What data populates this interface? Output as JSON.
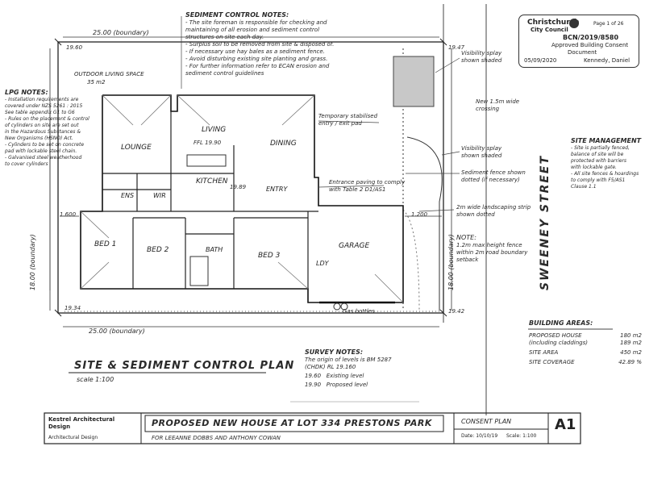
{
  "stamp": {
    "org_line1": "Christchurch",
    "org_line2": "City Council",
    "page": "Page 1 of 26",
    "consent_no": "BCN/2019/8580",
    "status": "Approved Building Consent",
    "doc_type": "Document",
    "date": "05/09/2020",
    "signatory": "Kennedy, Daniel"
  },
  "dimensions": {
    "top_boundary": "25.00 (boundary)",
    "bottom_boundary": "25.00 (boundary)",
    "left_boundary": "18.00 (boundary)",
    "right_boundary": "18.00 (boundary)",
    "corner_tl": "19.60",
    "corner_tr": "19.47",
    "corner_bl": "19.34",
    "corner_br": "19.42",
    "setback_left": "1.600",
    "setback_right": "1.200",
    "floor_level": "FFL 19.90",
    "kitchen_level": "19.89",
    "gas_bottles": "Gas bottles"
  },
  "sediment_notes": {
    "heading": "SEDIMENT CONTROL NOTES:",
    "lines": [
      "- The site foreman is responsible for checking and",
      "  maintaining of all erosion and sediment control",
      "  structures on site each day.",
      "- Surplus soil to be removed from site & disposed of.",
      "- If necessary use hay bales as a sediment fence.",
      "- Avoid disturbing existing site planting and grass.",
      "- For further information refer to ECAN erosion and",
      "  sediment control guidelines"
    ]
  },
  "lpg_notes": {
    "heading": "LPG NOTES:",
    "lines": [
      "- Installation requirements are",
      "  covered under NZS 5261 : 2015",
      "  See table appendix G1 to G6",
      "- Rules on the placement & control",
      "  of cylinders on site are set out",
      "  in the Hazardous Substances &",
      "  New Organisms (HSNO) Act.",
      "- Cylinders to be set on concrete",
      "  pad with lockable steel chain.",
      "- Galvanised steel weatherhood",
      "  to cover cylinders"
    ]
  },
  "rooms": {
    "outdoor": "OUTDOOR LIVING SPACE",
    "outdoor_area": "35 m2",
    "lounge": "LOUNGE",
    "living": "LIVING",
    "dining": "DINING",
    "kitchen": "KITCHEN",
    "ens": "ENS",
    "wir": "WIR",
    "entry": "ENTRY",
    "bed1": "BED 1",
    "bed2": "BED 2",
    "bath": "BATH",
    "bed3": "BED 3",
    "garage": "GARAGE",
    "ldy": "LDY"
  },
  "site_notes": {
    "hardfill": "Temporary stabilised entry / exit pad",
    "paving": "Entrance paving to comply with Table 2 D1/AS1",
    "visibility_top": "Visibility splay shown shaded",
    "footpath": "New 1.5m wide crossing",
    "visibility_mid": "Visibility splay shown shaded",
    "sediment_fence": "Sediment fence shown dotted (if necessary)",
    "landscaping": "2m wide landscaping strip shown dotted",
    "note_heading": "NOTE:",
    "fence_note": [
      "1.2m max height fence",
      "within 2m road boundary",
      "setback"
    ],
    "street": "SWEENEY STREET"
  },
  "site_management": {
    "heading": "SITE MANAGEMENT",
    "lines": [
      "- Site is partially fenced,",
      "  balance of site will be",
      "  protected with barriers",
      "  with lockable gate.",
      "- All site fences & hoardings",
      "  to comply with F5/AS1",
      "  Clause 1.1"
    ]
  },
  "plan_title": "SITE & SEDIMENT CONTROL PLAN",
  "scale": "scale 1:100",
  "survey_notes": {
    "heading": "SURVEY NOTES:",
    "line1": "The origin of levels is BM 5287",
    "line2": "(CHDK) RL 19.160",
    "existing_val": "19.60",
    "existing_label": "Existing level",
    "proposed_val": "19.90",
    "proposed_label": "Proposed level"
  },
  "building_areas": {
    "heading": "BUILDING AREAS:",
    "rows": [
      {
        "label": "PROPOSED HOUSE",
        "value": "180 m2"
      },
      {
        "label": "(including claddings)",
        "value": "189 m2"
      },
      {
        "label": "SITE AREA",
        "value": "450 m2"
      },
      {
        "label": "SITE COVERAGE",
        "value": "42.89 %"
      }
    ]
  },
  "title_block": {
    "company": "Kestrel Architectural Design",
    "address": "Architectural Design",
    "project": "PROPOSED NEW HOUSE AT LOT 334 PRESTONS PARK",
    "client": "FOR LEEANNE DOBBS AND ANTHONY COWAN",
    "sheet_title": "CONSENT PLAN",
    "sheet_no": "A1",
    "date_field": "Date: 10/10/19",
    "scale_field": "Scale: 1:100"
  }
}
